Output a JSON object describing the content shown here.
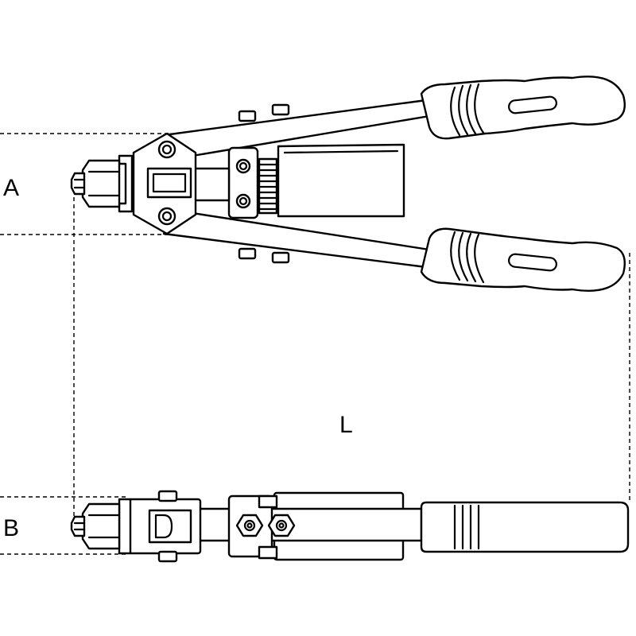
{
  "dimensions": {
    "height_label": "A",
    "width_label": "B",
    "length_label": "L"
  },
  "colors": {
    "line": "#000000",
    "background": "#ffffff"
  }
}
